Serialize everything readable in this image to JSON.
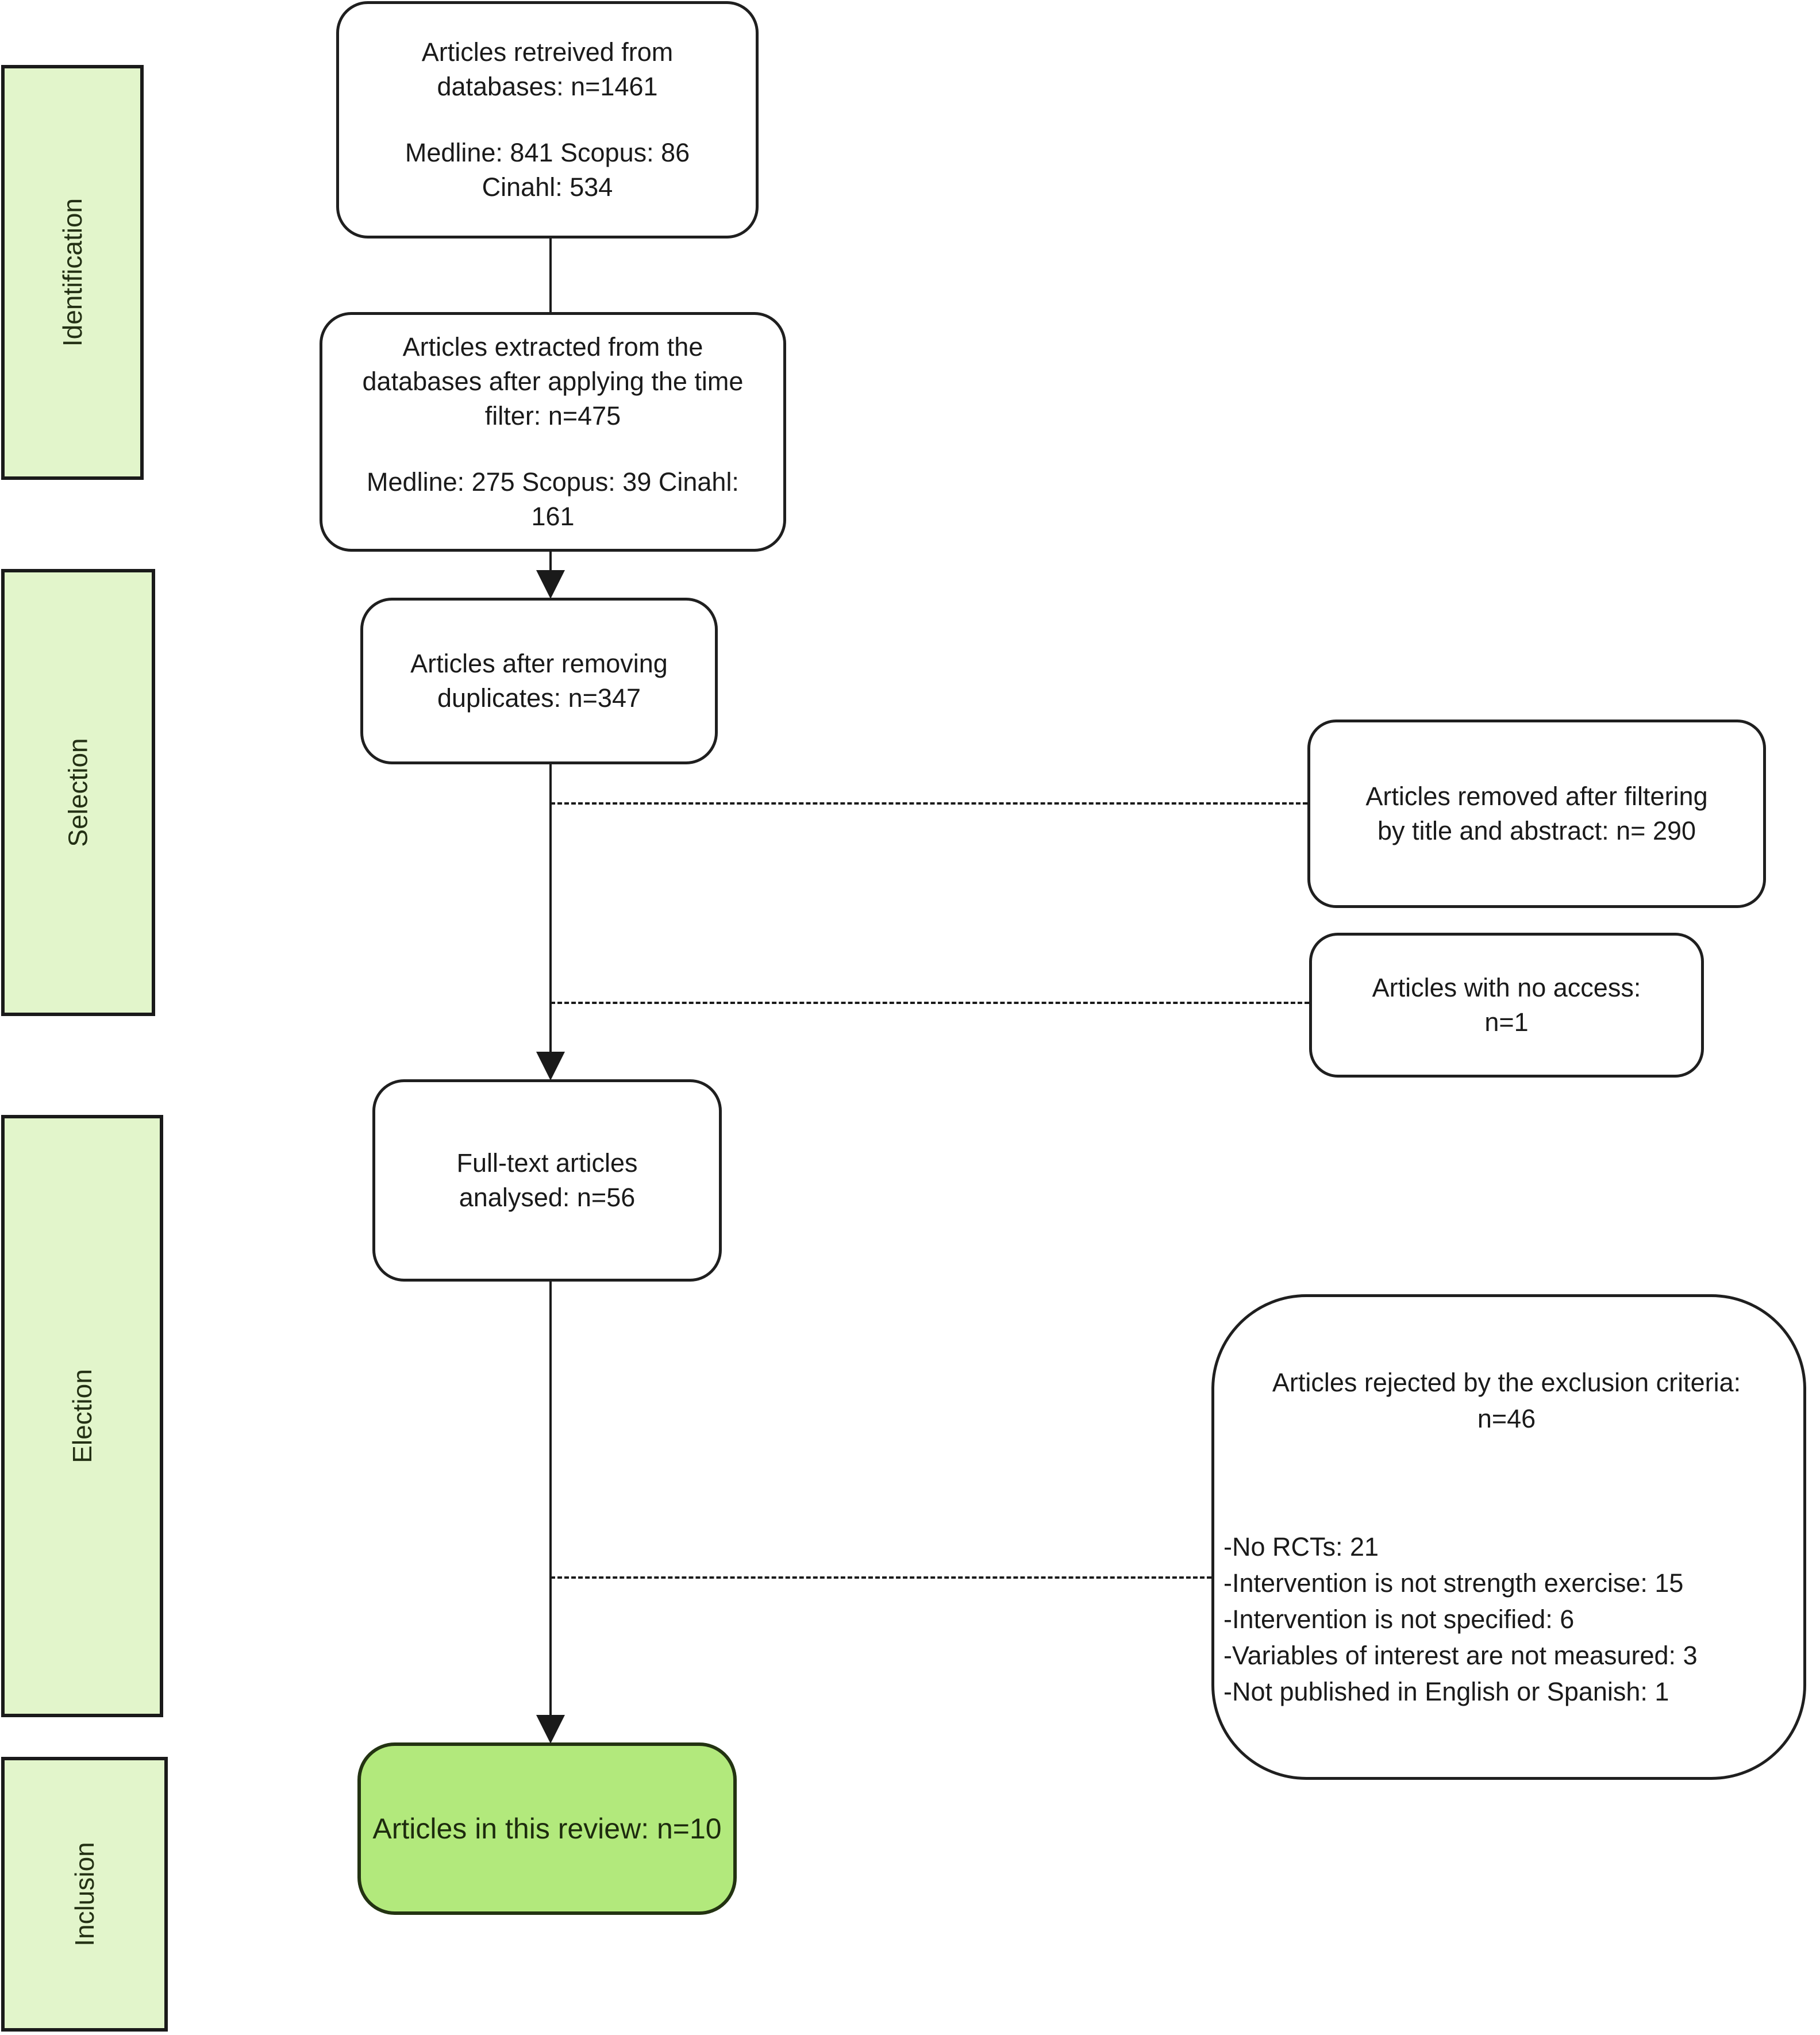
{
  "stages": {
    "identification": "Identification",
    "selection": "Selection",
    "election": "Election",
    "inclusion": "Inclusion"
  },
  "flow": {
    "retrieved": {
      "line1": "Articles retreived from",
      "line2": "databases: n=1461",
      "line3": "Medline: 841 Scopus: 86",
      "line4": "Cinahl: 534"
    },
    "time_filter": {
      "line1": "Articles extracted from the",
      "line2": "databases after applying the time",
      "line3": "filter: n=475",
      "line4": "Medline: 275 Scopus: 39 Cinahl:",
      "line5": "161"
    },
    "duplicates": {
      "line1": "Articles after removing",
      "line2": "duplicates: n=347"
    },
    "fulltext": {
      "line1": "Full-text articles",
      "line2": "analysed: n=56"
    },
    "included": {
      "line1": "Articles in this review: n=10"
    }
  },
  "side": {
    "title_abstract": {
      "line1": "Articles removed after filtering",
      "line2": "by title and abstract: n= 290"
    },
    "no_access": {
      "line1": "Articles with no access:",
      "line2": "n=1"
    },
    "exclusion": {
      "header1": "Articles rejected by the exclusion criteria:",
      "header2": "n=46",
      "items": [
        "-No RCTs: 21",
        "-Intervention is not strength exercise: 15",
        "-Intervention is not specified: 6",
        "-Variables of interest are not measured: 3",
        "-Not published in English or Spanish: 1"
      ]
    }
  },
  "colors": {
    "stage_fill": "#e2f5cb",
    "stage_border": "#1a1a1a",
    "included_fill": "#b2e97c",
    "included_border": "#233312",
    "node_border": "#1f1f1f",
    "connector": "#1a1a1a",
    "text": "#1a1a1a"
  }
}
